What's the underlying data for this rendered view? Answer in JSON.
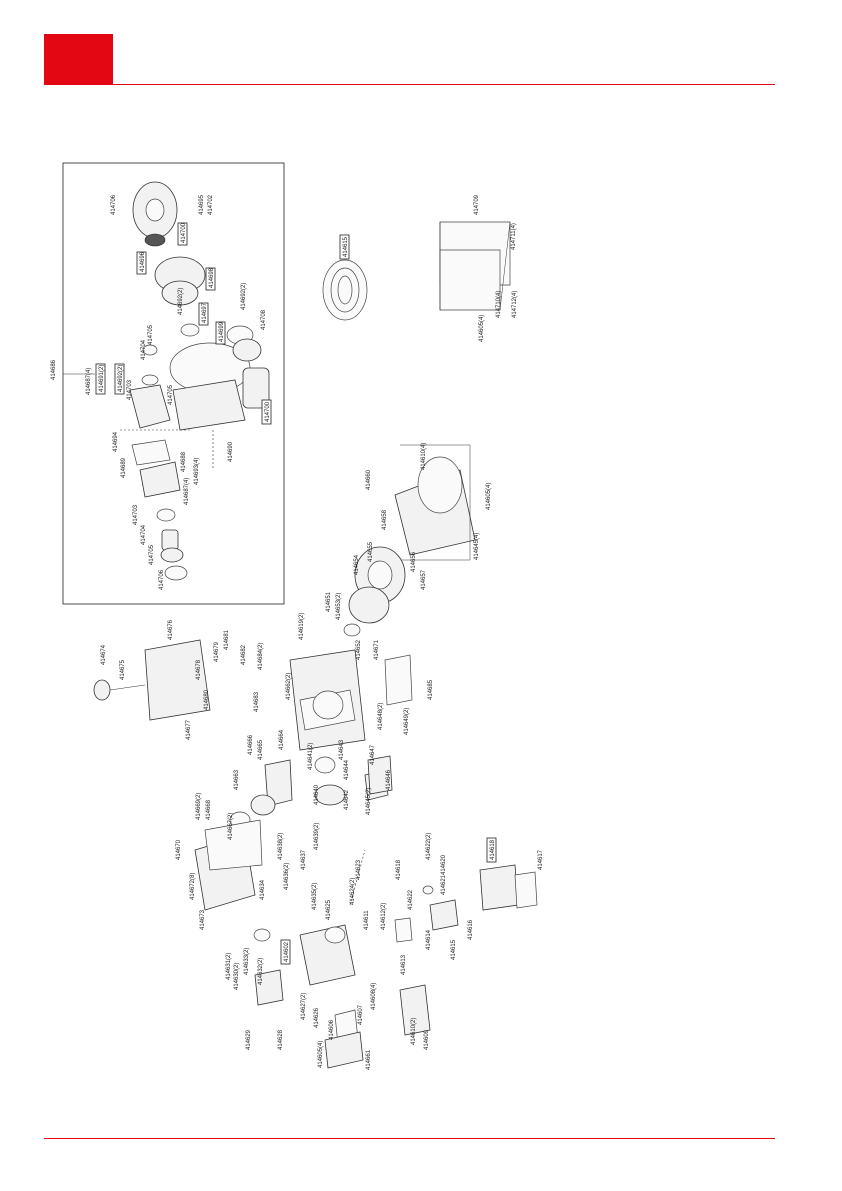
{
  "header": {
    "accent_color": "#e30613"
  },
  "diagram": {
    "inset": {
      "group_label": "414686",
      "parts": [
        "414687(4)",
        "414691(2)",
        "414692(2)",
        "414703",
        "414704",
        "414705",
        "414706",
        "414695",
        "414702",
        "414701(4)",
        "414693(4)",
        "414700",
        "414696",
        "414698",
        "414697",
        "414699",
        "414708",
        "414694",
        "414689",
        "414688",
        "414690",
        "414693(4)",
        "414687(4)",
        "414704",
        "414705",
        "414706",
        "414703",
        "414707"
      ]
    },
    "coil_label": "414615",
    "frame_parts": [
      "414709",
      "414711(4)",
      "414712(4)",
      "414710(4)",
      "414605(4)"
    ],
    "engine_parts": [
      "414660",
      "414659",
      "414658",
      "414610(4)",
      "414605(4)",
      "414645(4)",
      "414657",
      "414656",
      "414655",
      "414654",
      "414653(2)",
      "414652",
      "414651",
      "414671",
      "414619(2)",
      "414650",
      "414648(2)",
      "414649(2)",
      "414647",
      "414646",
      "414645(2)",
      "414644",
      "414643",
      "414642",
      "414641(2)",
      "414640",
      "414639(2)",
      "414638(2)",
      "414637",
      "414636(2)",
      "414635(2)",
      "414634",
      "414633(2)",
      "414632(2)",
      "414631(2)",
      "414630(2)",
      "414629",
      "414628",
      "414627(2)",
      "414626",
      "414625",
      "414624(2)",
      "414623",
      "414622",
      "414621",
      "414622(2)",
      "414620",
      "414618",
      "414619(2)",
      "414617",
      "414616",
      "414615",
      "414614",
      "414613",
      "414612(2)",
      "414611",
      "414610(2)",
      "414609",
      "414608(4)",
      "414607",
      "414606",
      "414605(4)",
      "414661",
      "414662(2)",
      "414663",
      "414664",
      "414665",
      "414666",
      "414667(2)",
      "414668",
      "414669(2)",
      "414670",
      "414671",
      "414672(8)",
      "414673",
      "414674",
      "414675",
      "414676",
      "414677",
      "414678",
      "414679",
      "414680",
      "414681",
      "414682",
      "414683",
      "414684(2)",
      "414685"
    ],
    "boxed_labels": [
      "414691(2)",
      "414692(2)",
      "414700",
      "414696",
      "414698",
      "414697",
      "414699",
      "414615",
      "414618",
      "414602"
    ]
  }
}
